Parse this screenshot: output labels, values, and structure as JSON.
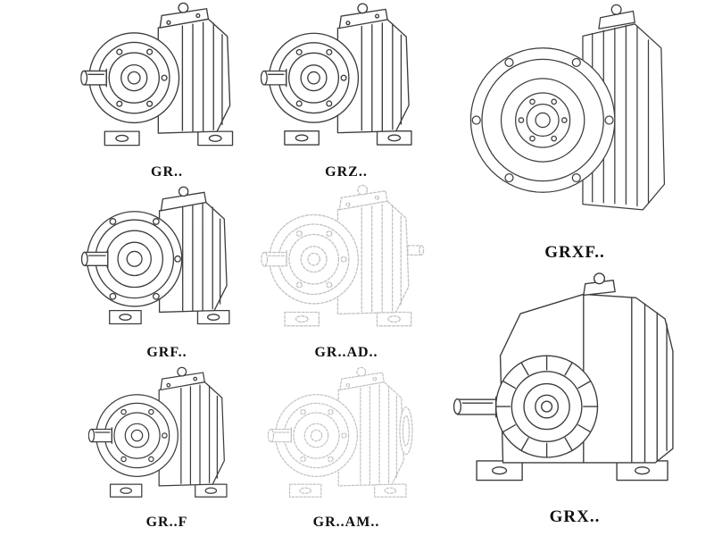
{
  "colors": {
    "line": "#3d3d3d",
    "line_light": "#c3c3c3",
    "label": "#0f0f0f",
    "background": "#ffffff"
  },
  "items": [
    {
      "id": "gr",
      "label": "GR..",
      "illustration": "helical-gearbox-foot-mounted"
    },
    {
      "id": "grz",
      "label": "GRZ..",
      "illustration": "helical-gearbox-foot-mounted"
    },
    {
      "id": "grxf",
      "label": "GRXF..",
      "illustration": "helical-gearbox-flange-mounted-front-view"
    },
    {
      "id": "grf",
      "label": "GRF..",
      "illustration": "helical-gearbox-flange-with-feet"
    },
    {
      "id": "gr_ad",
      "label": "GR..AD..",
      "illustration": "helical-gearbox-shaft-input-adapter-ghosted"
    },
    {
      "id": "gr_f",
      "label": "GR..F",
      "illustration": "helical-gearbox-foot-mounted"
    },
    {
      "id": "gr_am",
      "label": "GR..AM..",
      "illustration": "helical-gearbox-motor-flange-ghosted"
    },
    {
      "id": "grx",
      "label": "GRX..",
      "illustration": "helical-gearbox-foot-mounted-large"
    }
  ]
}
